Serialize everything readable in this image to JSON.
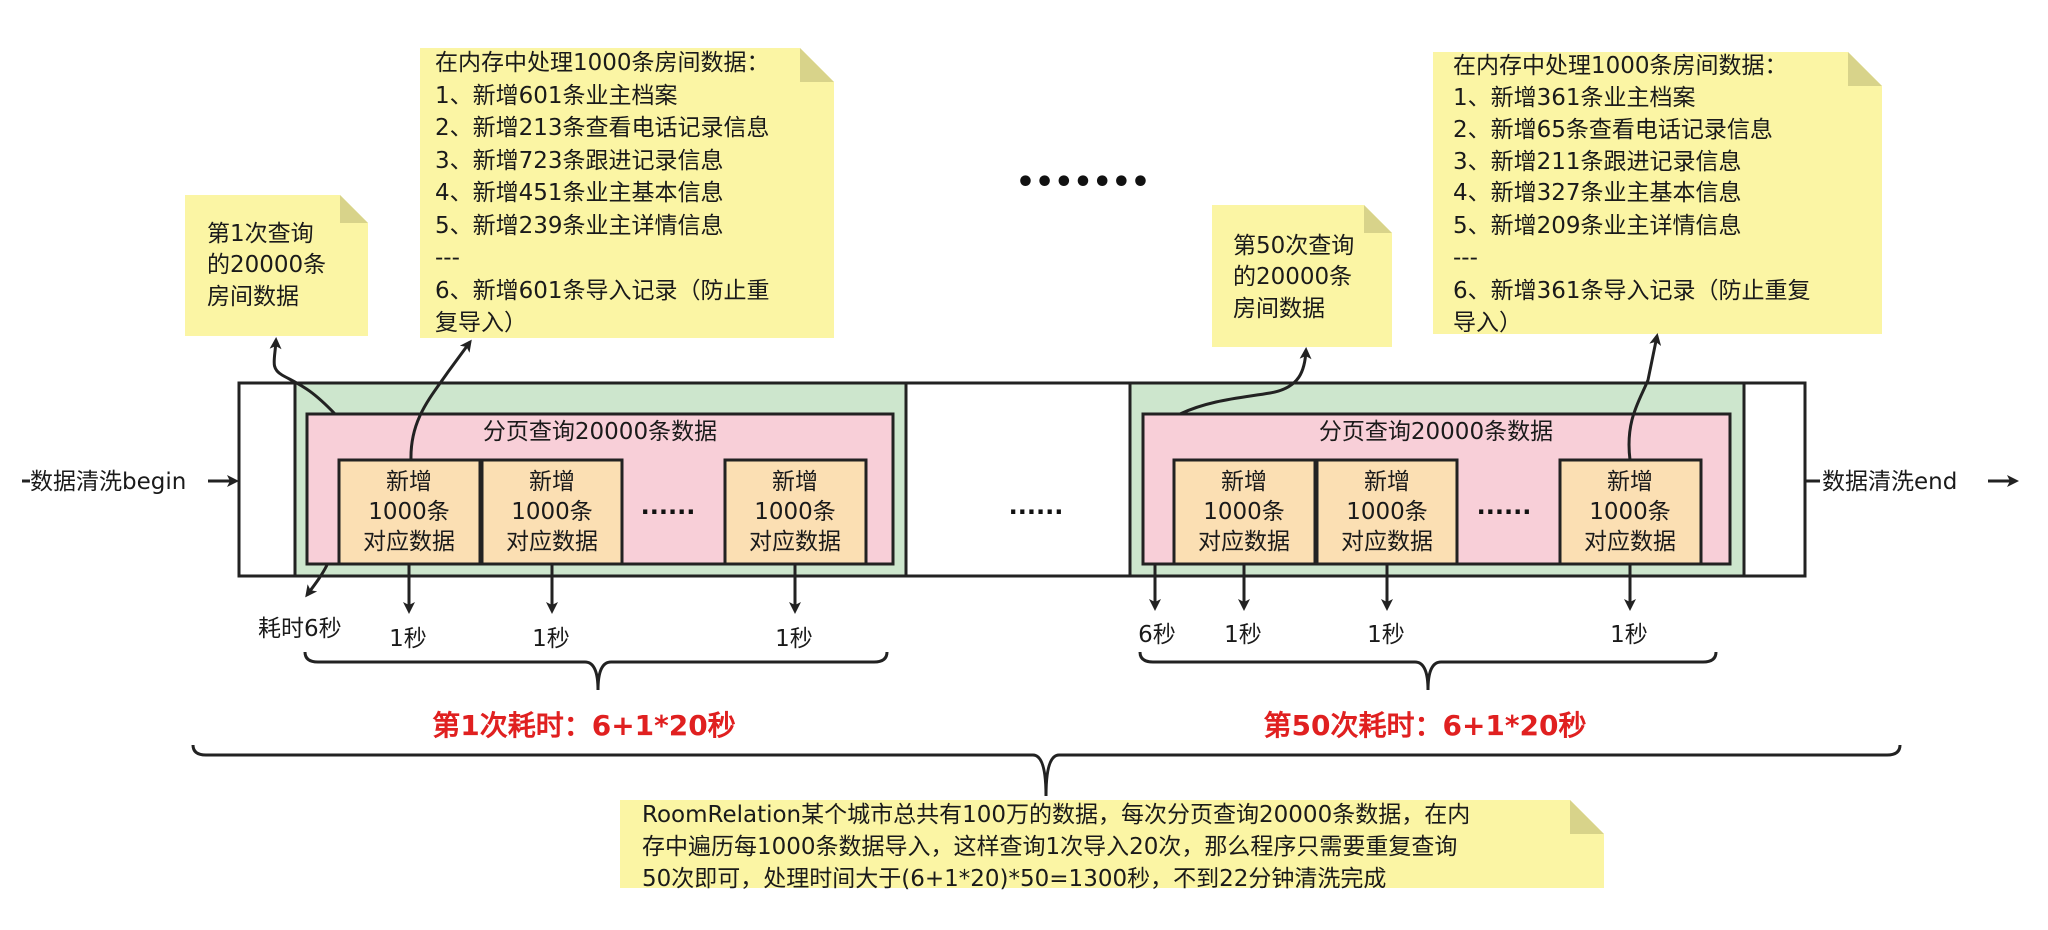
{
  "diagram": {
    "flow_start": "数据清洗begin",
    "flow_end": "数据清洗end",
    "middle_ellipsis": "......",
    "top_ellipsis": "•••••••",
    "pass1": {
      "note_query": [
        "第1次查询",
        "的20000条",
        "房间数据"
      ],
      "note_detail": [
        "在内存中处理1000条房间数据：",
        "1、新增601条业主档案",
        "2、新增213条查看电话记录信息",
        "3、新增723条跟进记录信息",
        "4、新增451条业主基本信息",
        "5、新增239条业主详情信息",
        "---",
        "6、新增601条导入记录（防止重",
        "复导入）"
      ],
      "page_label": "分页查询20000条数据",
      "boxes": [
        [
          "新增",
          "1000条",
          "对应数据"
        ],
        [
          "新增",
          "1000条",
          "对应数据"
        ],
        [
          "新增",
          "1000条",
          "对应数据"
        ]
      ],
      "inner_ellipsis": "......",
      "query_time": "耗时6秒",
      "box_times": [
        "1秒",
        "1秒",
        "1秒"
      ],
      "total": "第1次耗时：6+1*20秒"
    },
    "pass50": {
      "note_query": [
        "第50次查询",
        "的20000条",
        "房间数据"
      ],
      "note_detail": [
        "在内存中处理1000条房间数据：",
        "1、新增361条业主档案",
        "2、新增65条查看电话记录信息",
        "3、新增211条跟进记录信息",
        "4、新增327条业主基本信息",
        "5、新增209条业主详情信息",
        "---",
        "6、新增361条导入记录（防止重复",
        "导入）"
      ],
      "page_label": "分页查询20000条数据",
      "boxes": [
        [
          "新增",
          "1000条",
          "对应数据"
        ],
        [
          "新增",
          "1000条",
          "对应数据"
        ],
        [
          "新增",
          "1000条",
          "对应数据"
        ]
      ],
      "inner_ellipsis": "......",
      "query_time": "6秒",
      "box_times": [
        "1秒",
        "1秒",
        "1秒"
      ],
      "total": "第50次耗时：6+1*20秒"
    },
    "summary": [
      "RoomRelation某个城市总共有100万的数据，每次分页查询20000条数据，在内",
      "存中遍历每1000条数据导入，这样查询1次导入20次，那么程序只需要重复查询",
      "50次即可，处理时间大于(6+1*20)*50=1300秒，不到22分钟清洗完成"
    ],
    "colors": {
      "note": "#fbf5a4",
      "note_fold": "#d8d38a",
      "green": "#cde6cd",
      "pink": "#f8cfd8",
      "orange": "#fbdfb3",
      "stroke": "#222222",
      "red": "#e02020"
    }
  }
}
